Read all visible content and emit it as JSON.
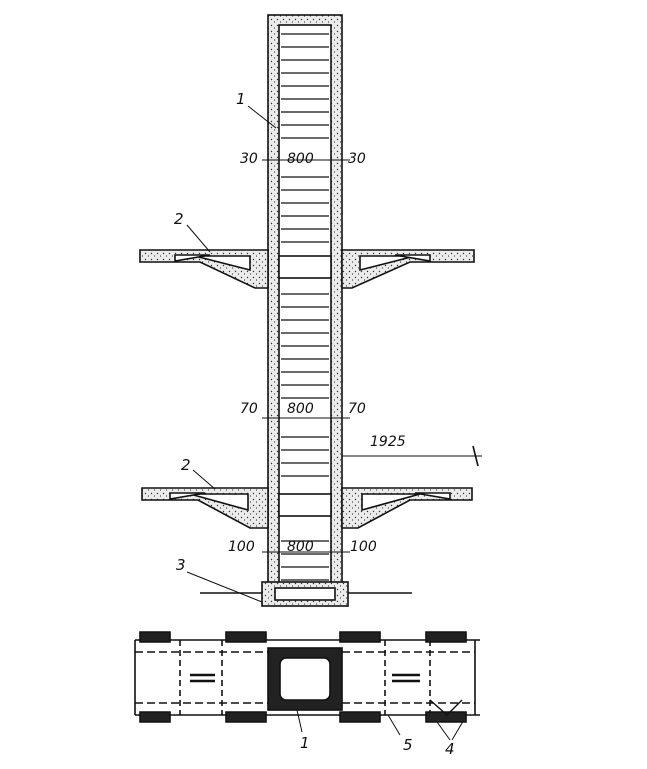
{
  "figure": {
    "colors": {
      "ink": "#111111",
      "fill": "#d9d9d9",
      "paper": "#ffffff"
    },
    "callouts": {
      "shaft": "1",
      "platform_upper": "2",
      "platform_lower": "2",
      "foundation": "3",
      "plan_shaft": "1",
      "plan_frame": "5",
      "plan_bracing": "4"
    },
    "dimensions": {
      "top": {
        "left": "30",
        "center": "800",
        "right": "30"
      },
      "middle": {
        "left": "70",
        "center": "800",
        "right": "70"
      },
      "bottom": {
        "left": "100",
        "center": "800",
        "right": "100"
      },
      "span": "1925"
    }
  }
}
